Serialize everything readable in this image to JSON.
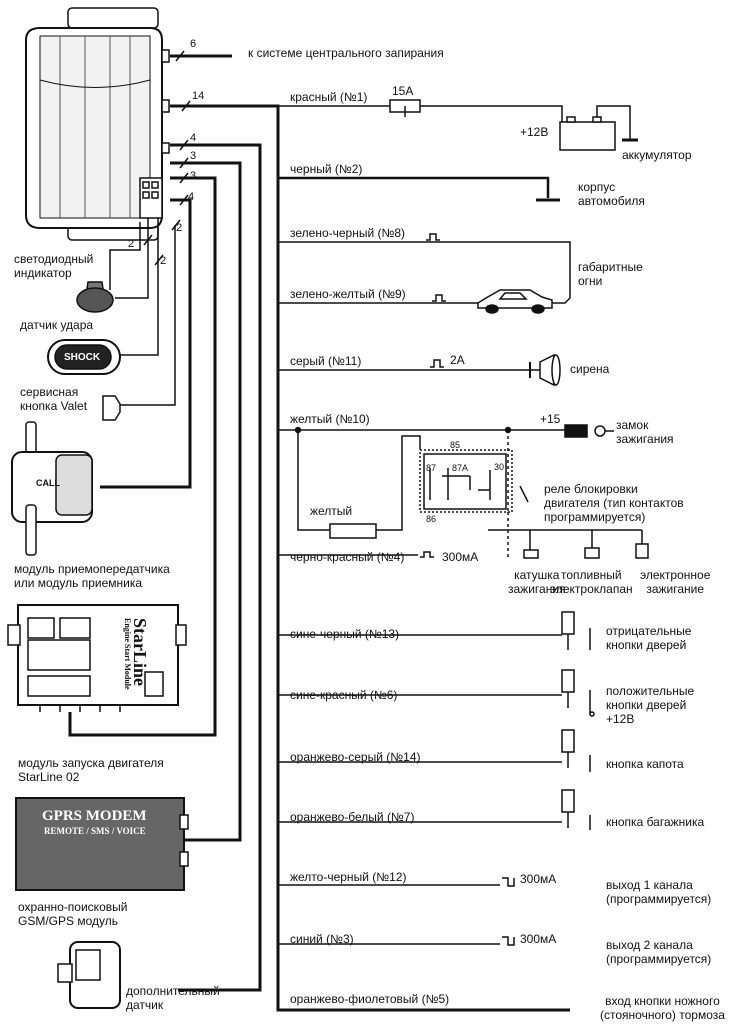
{
  "main_unit": {
    "pins": [
      "6",
      "14",
      "4",
      "3",
      "3",
      "4",
      "2",
      "2",
      "2"
    ],
    "central_lock": "к системе центрального запирания"
  },
  "left_components": {
    "led": "светодиодный\nиндикатор",
    "shock": "датчик удара",
    "shock_text": "SHOCK",
    "valet": "сервисная\nкнопка Valet",
    "transceiver": "модуль приемопередатчика\nили модуль приемника",
    "transceiver_logo": "CALL",
    "start_module": "модуль запуска двигателя\nStarLine 02",
    "starline_logo": "StarLine",
    "starline_sub": "Engine Start Module",
    "gps_module": "охранно-поисковый\nGSM/GPS модуль",
    "gprs_title": "GPRS MODEM",
    "gprs_sub": "REMOTE / SMS / VOICE",
    "extra_sensor": "дополнительный\nдатчик"
  },
  "wires": [
    {
      "label": "красный (№1)"
    },
    {
      "label": "черный (№2)"
    },
    {
      "label": "зелено-черный (№8)"
    },
    {
      "label": "зелено-желтый (№9)"
    },
    {
      "label": "серый (№11)"
    },
    {
      "label": "желтый (№10)"
    },
    {
      "label": "черно-красный (№4)"
    },
    {
      "label": "сине-черный (№13)"
    },
    {
      "label": "сине-красный (№6)"
    },
    {
      "label": "оранжево-серый (№14)"
    },
    {
      "label": "оранжево-белый (№7)"
    },
    {
      "label": "желто-черный (№12)"
    },
    {
      "label": "синий (№3)"
    },
    {
      "label": "оранжево-фиолетовый (№5)"
    }
  ],
  "right_labels": {
    "fuse": "15А",
    "plus12": "+12В",
    "battery": "аккумулятор",
    "body": "корпус\nавтомобиля",
    "parking": "габаритные\nогни",
    "siren_current": "2А",
    "siren": "сирена",
    "plus15": "+15",
    "ignition_lock": "замок\nзажигания",
    "yellow_inner": "желтый",
    "relay_pins": [
      "85",
      "87",
      "87A",
      "30",
      "86"
    ],
    "relay": "реле блокировки\nдвигателя (тип контактов\nпрограммируется)",
    "current_300_1": "300мА",
    "coil": "катушка\nзажигания",
    "fuel": "топливный\nэлектроклапан",
    "electronic": "электронное\nзажигание",
    "neg_doors": "отрицательные\nкнопки дверей",
    "pos_doors": "положительные\nкнопки дверей\n+12В",
    "hood": "кнопка капота",
    "trunk": "кнопка багажника",
    "current_300_2": "300мА",
    "out1": "выход 1 канала\n(программируется)",
    "current_300_3": "300мА",
    "out2": "выход 2 канала\n(программируется)",
    "brake": "вход кнопки ножного\n(стояночного) тормоза"
  }
}
